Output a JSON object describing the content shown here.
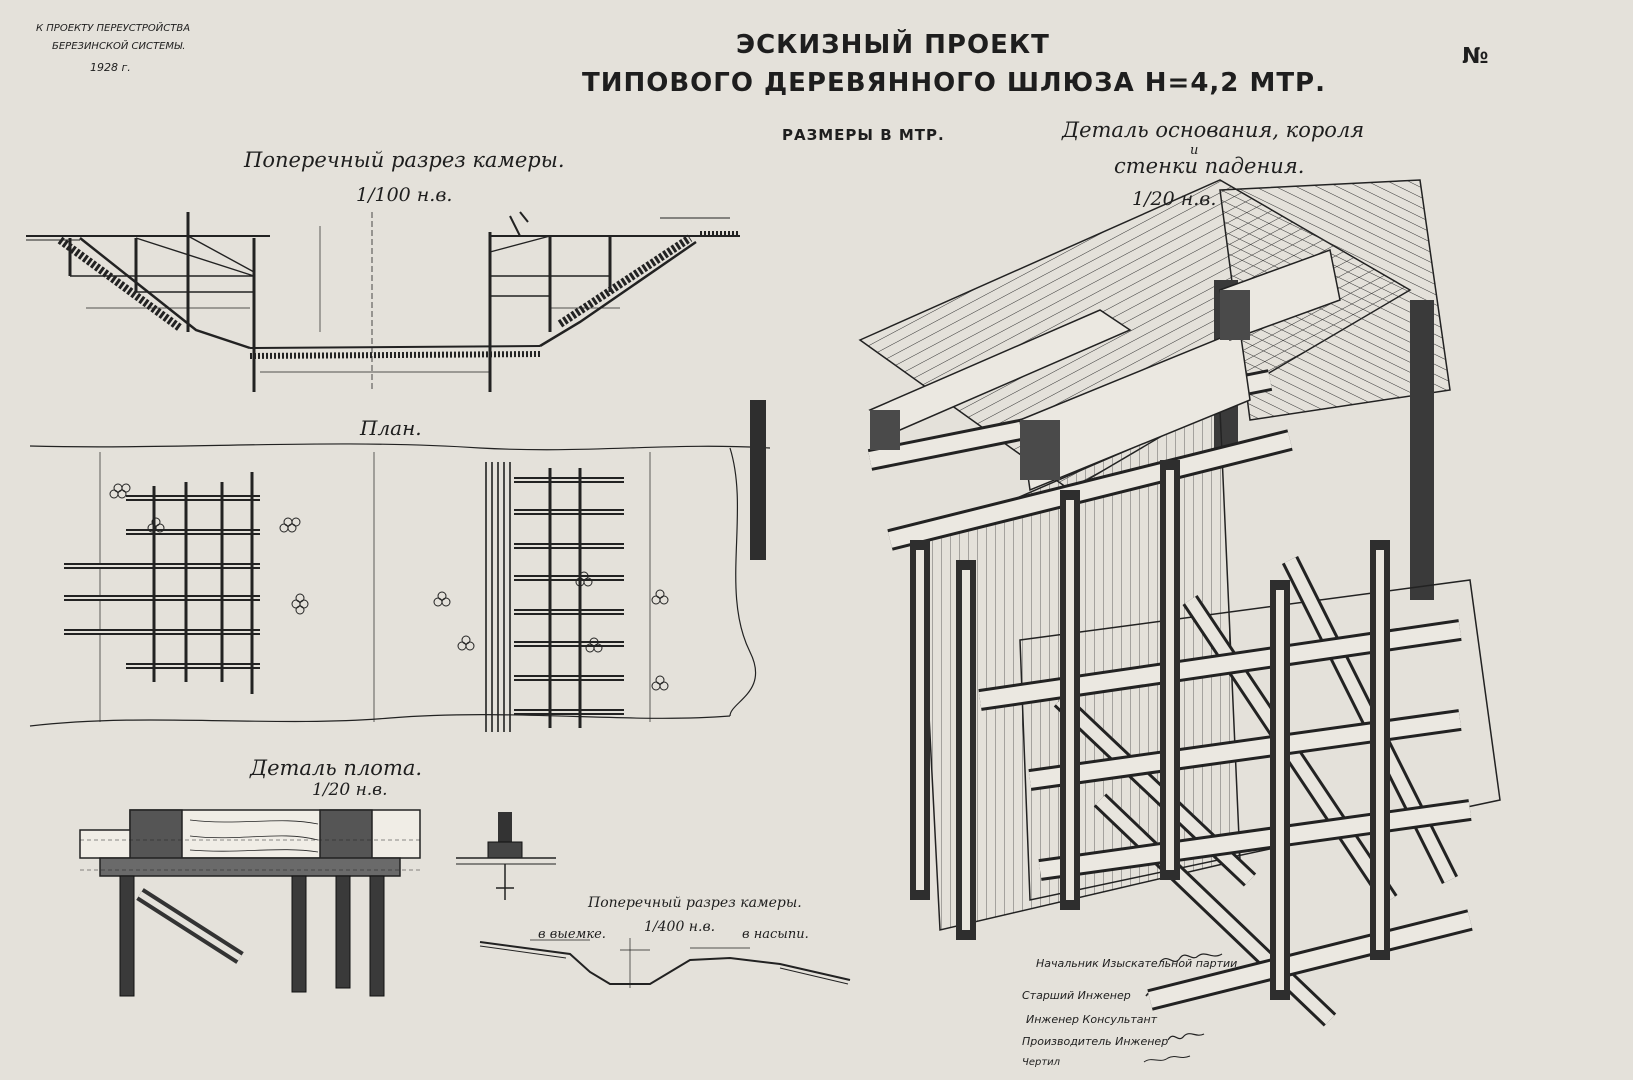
{
  "header": {
    "project_note": [
      "К ПРОЕКТУ ПЕРЕУСТРОЙСТВА",
      "БЕРЕЗИНСКОЙ СИСТЕМЫ.",
      "1928 г."
    ],
    "title_line1": "ЭСКИЗНЫЙ ПРОЕКТ",
    "title_line2": "ТИПОВОГО ДЕРЕВЯННОГО ШЛЮЗА H=4,2 МТР.",
    "sheet_number": "№",
    "units_note": "РАЗМЕРЫ В МТР."
  },
  "views": {
    "cross_section": {
      "title": "Поперечный разрез камеры.",
      "scale": "1/100 н.в."
    },
    "plan": {
      "title": "План."
    },
    "raft_detail": {
      "title": "Деталь плота.",
      "scale": "1/20 н.в."
    },
    "small_section": {
      "title": "Поперечный разрез камеры.",
      "scale": "1/400 н.в.",
      "left_label": "в выемке.",
      "right_label": "в насыпи."
    },
    "iso_detail": {
      "title_line1": "Деталь основания, короля",
      "title_line2": "стенки падения.",
      "and_word": "и",
      "scale": "1/20 н.в."
    }
  },
  "signatures": [
    "Начальник Изыскательной партии",
    "Старший Инженер",
    "Инженер Консультант",
    "Производитель Инженер",
    "Чертил"
  ],
  "colors": {
    "paper": "#e4e1da",
    "ink": "#1e1e1e"
  }
}
